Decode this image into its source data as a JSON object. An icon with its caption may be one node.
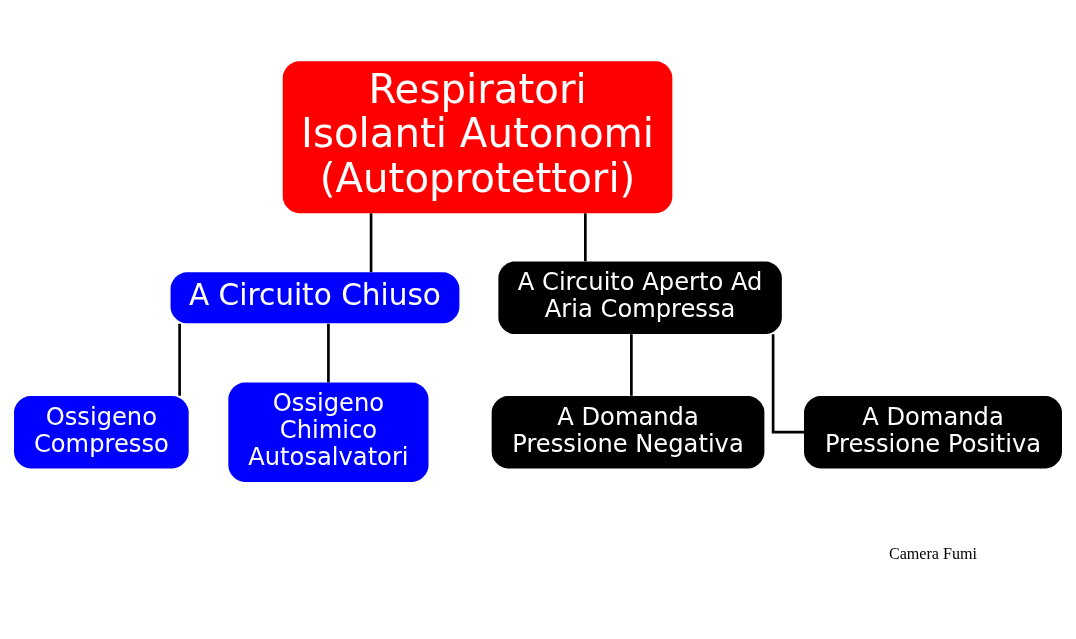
{
  "diagram": {
    "nodes": [
      {
        "text": [
          "Respiratori Isolanti Autonomi (Autoprotettori)"
        ]
      },
      {
        "text": [
          "A Circuito Chiuso"
        ]
      },
      {
        "text": [
          "Ossigeno Compresso"
        ]
      },
      {
        "text": [
          "Ossigeno Chimico Autosalvatori"
        ]
      },
      {
        "text": [
          "A Circuito Aperto Ad Aria Compressa"
        ]
      },
      {
        "text": [
          "A Domanda Pressione Negativa"
        ]
      },
      {
        "text": [
          "A Domanda Pressione Positiva"
        ]
      }
    ],
    "edges": [
      {
        "from": 0,
        "to": 1,
        "arrow": "none"
      },
      {
        "from": 0,
        "to": 4,
        "arrow": "none"
      },
      {
        "from": 1,
        "to": 2,
        "arrow": "none"
      },
      {
        "from": 1,
        "to": 3,
        "arrow": "none"
      },
      {
        "from": 4,
        "to": 5,
        "arrow": "none"
      },
      {
        "from": 4,
        "to": 6,
        "arrow": "none"
      }
    ],
    "labels": [
      "Camera Fumi"
    ]
  }
}
